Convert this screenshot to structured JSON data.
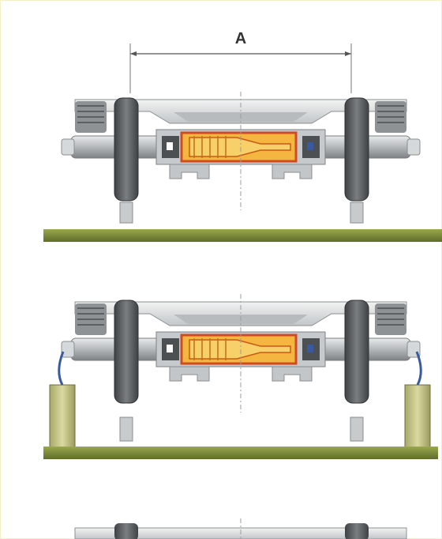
{
  "dimension_label": "A",
  "colors": {
    "rail": "#7a8a3c",
    "wheel": "#5a5e60",
    "bearing": "#c8cbcc",
    "frame": "#d9dcdd",
    "spring": "#f0a020",
    "spring_outline": "#d24a20",
    "bolster": "#a8adb0",
    "jack": "#c9c98a",
    "accent_blue": "#3a5aa0"
  },
  "icons": {
    "wheelset_top": "wheelset-diagram",
    "wheelset_middle": "wheelset-on-jacks-diagram",
    "wheelset_bottom": "wheelset-partial-diagram"
  }
}
